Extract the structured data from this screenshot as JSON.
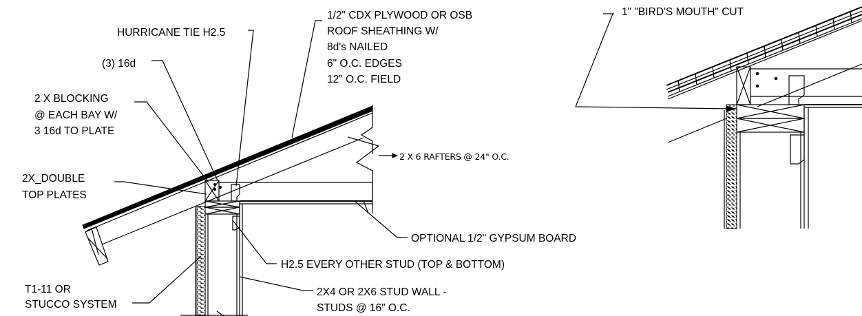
{
  "drawing": {
    "labels": {
      "sheathing": [
        "1/2\" CDX PLYWOOD OR OSB",
        "ROOF SHEATHING W/",
        "8d's NAILED",
        "6\" O.C. EDGES",
        "12\" O.C. FIELD"
      ],
      "hurricane_tie": "HURRICANE TIE  H2.5",
      "nails": "(3) 16d",
      "blocking": [
        "2 X  BLOCKING",
        "@ EACH BAY W/",
        "3 16d TO PLATE"
      ],
      "rafters": "2 X 6 RAFTERS @ 24\" O.C.",
      "top_plates": [
        "2X_DOUBLE",
        "TOP PLATES"
      ],
      "gypsum": "OPTIONAL 1/2\" GYPSUM BOARD",
      "h25_stud": "H2.5 EVERY OTHER STUD (TOP & BOTTOM)",
      "siding": [
        "T1-11 OR",
        "STUCCO SYSTEM"
      ],
      "stud_wall": [
        "2X4 OR 2X6 STUD WALL -",
        "STUDS @ 16\" O.C."
      ],
      "birds_mouth": "1\" \"BIRD'S MOUTH\" CUT"
    }
  }
}
